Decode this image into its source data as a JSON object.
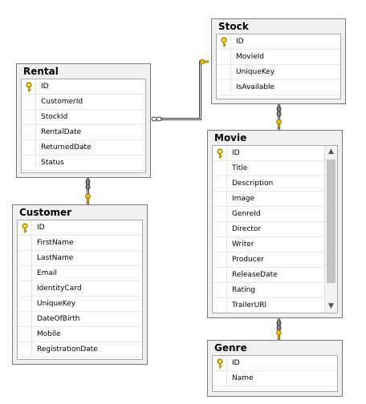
{
  "tables": {
    "stock": {
      "title": "Stock",
      "columns": [
        "ID",
        "MovieId",
        "UniqueKey",
        "IsAvailable"
      ]
    },
    "rental": {
      "title": "Rental",
      "columns": [
        "ID",
        "CustomerId",
        "StockId",
        "RentalDate",
        "ReturnedDate",
        "Status"
      ]
    },
    "movie": {
      "title": "Movie",
      "columns": [
        "ID",
        "Title",
        "Description",
        "Image",
        "GenreId",
        "Director",
        "Writer",
        "Producer",
        "ReleaseDate",
        "Rating",
        "TrailerURl"
      ]
    },
    "customer": {
      "title": "Customer",
      "columns": [
        "ID",
        "FirstName",
        "LastName",
        "Email",
        "IdentityCard",
        "UniqueKey",
        "DateOfBirth",
        "Mobile",
        "RegistrationDate"
      ]
    },
    "genre": {
      "title": "Genre",
      "columns": [
        "ID",
        "Name"
      ]
    }
  },
  "icons": {
    "primary_key": "key-icon",
    "relationship_many": "infinity-icon",
    "relationship_one": "key-icon"
  },
  "colors": {
    "key": "#e8c000",
    "line": "#333333",
    "frame": "#f0f0f0"
  }
}
